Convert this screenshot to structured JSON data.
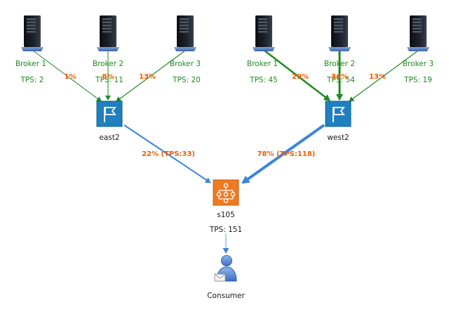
{
  "brokers": [
    {
      "name": "Broker 1",
      "tps": "TPS: 2",
      "pct": "1%"
    },
    {
      "name": "Broker 2",
      "tps": "TPS: 11",
      "pct": "8%"
    },
    {
      "name": "Broker 3",
      "tps": "TPS: 20",
      "pct": "13%"
    },
    {
      "name": "Broker 1",
      "tps": "TPS: 45",
      "pct": "29%"
    },
    {
      "name": "Broker 2",
      "tps": "TPS: 54",
      "pct": "36%"
    },
    {
      "name": "Broker 3",
      "tps": "TPS: 19",
      "pct": "13%"
    }
  ],
  "routers": [
    {
      "name": "east2",
      "link_label": "22% (TPS:33)"
    },
    {
      "name": "west2",
      "link_label": "78% (TPS:118)"
    }
  ],
  "service": {
    "name": "s105",
    "tps": "TPS: 151"
  },
  "consumer": {
    "name": "Consumer"
  },
  "icons": {
    "server": "server-tower-icon",
    "router": "router-flag-icon",
    "service": "service-network-icon",
    "consumer": "consumer-user-icon"
  },
  "colors": {
    "broker_edge": "#1e8a1e",
    "router_edge": "#3b86d9",
    "label_pct": "#f25a00",
    "router_fill": "#1f7fbf",
    "service_fill": "#ee7a22"
  }
}
